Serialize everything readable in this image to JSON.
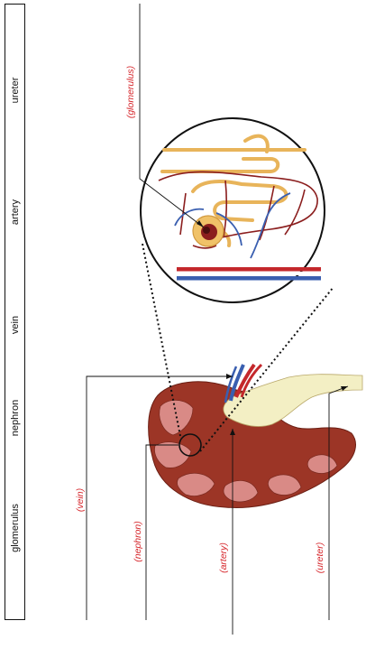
{
  "word_bank": {
    "words": [
      "ureter",
      "artery",
      "vein",
      "nephron",
      "glomerulus"
    ]
  },
  "labels": {
    "glomerulus": "(glomerulus)",
    "vein": "(vein)",
    "nephron": "(nephron)",
    "artery": "(artery)",
    "ureter": "(ureter)"
  },
  "colors": {
    "kidney_outer": "#9c3526",
    "kidney_inner": "#d98a86",
    "pelvis": "#f3efc4",
    "artery": "#c4282c",
    "vein": "#3a5fb0",
    "tubule": "#e8b45a",
    "answer_text": "#d6262b"
  }
}
